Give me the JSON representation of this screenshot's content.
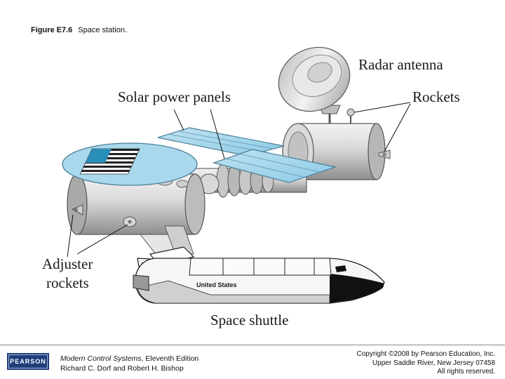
{
  "figure": {
    "number": "Figure E7.6",
    "title": "Space station."
  },
  "labels": {
    "radar_antenna": "Radar antenna",
    "solar_power_panels": "Solar power panels",
    "rockets": "Rockets",
    "adjuster_line1": "Adjuster",
    "adjuster_line2": "rockets",
    "space_shuttle": "Space shuttle",
    "shuttle_marking": "United States"
  },
  "footer": {
    "logo": "PEARSON",
    "book_title": "Modern Control Systems",
    "book_edition": ", Eleventh Edition",
    "book_authors": "Richard C. Dorf and Robert H. Bishop",
    "copyright_line1": "Copyright ©2008 by Pearson Education, Inc.",
    "copyright_line2": "Upper Saddle River, New Jersey 07458",
    "copyright_line3": "All rights reserved."
  }
}
